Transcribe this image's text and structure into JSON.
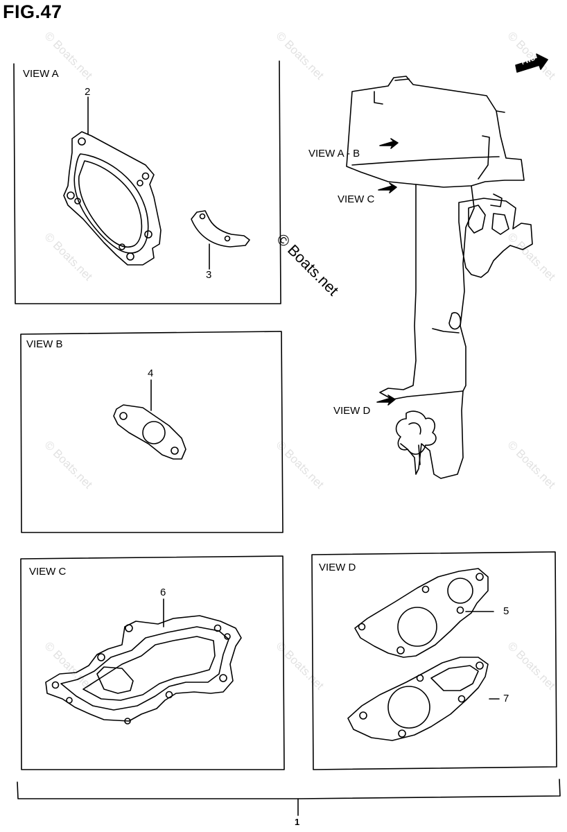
{
  "figure": {
    "title": "FIG.47",
    "main_watermark": "© Boats.net",
    "watermark": "© Boats.net",
    "fwd_label": "FWD",
    "assembly_number": "1"
  },
  "views": {
    "view_a": {
      "label": "VIEW A",
      "parts": [
        "2",
        "3"
      ]
    },
    "view_b": {
      "label": "VIEW B",
      "parts": [
        "4"
      ]
    },
    "view_c": {
      "label": "VIEW C",
      "parts": [
        "6"
      ]
    },
    "view_d": {
      "label": "VIEW D",
      "parts": [
        "5",
        "7"
      ]
    }
  },
  "callouts": {
    "view_ab": "VIEW A - B",
    "view_c": "VIEW C",
    "view_d": "VIEW D"
  },
  "colors": {
    "ink": "#000000",
    "watermark": "#e2e2e2",
    "background": "#ffffff"
  }
}
